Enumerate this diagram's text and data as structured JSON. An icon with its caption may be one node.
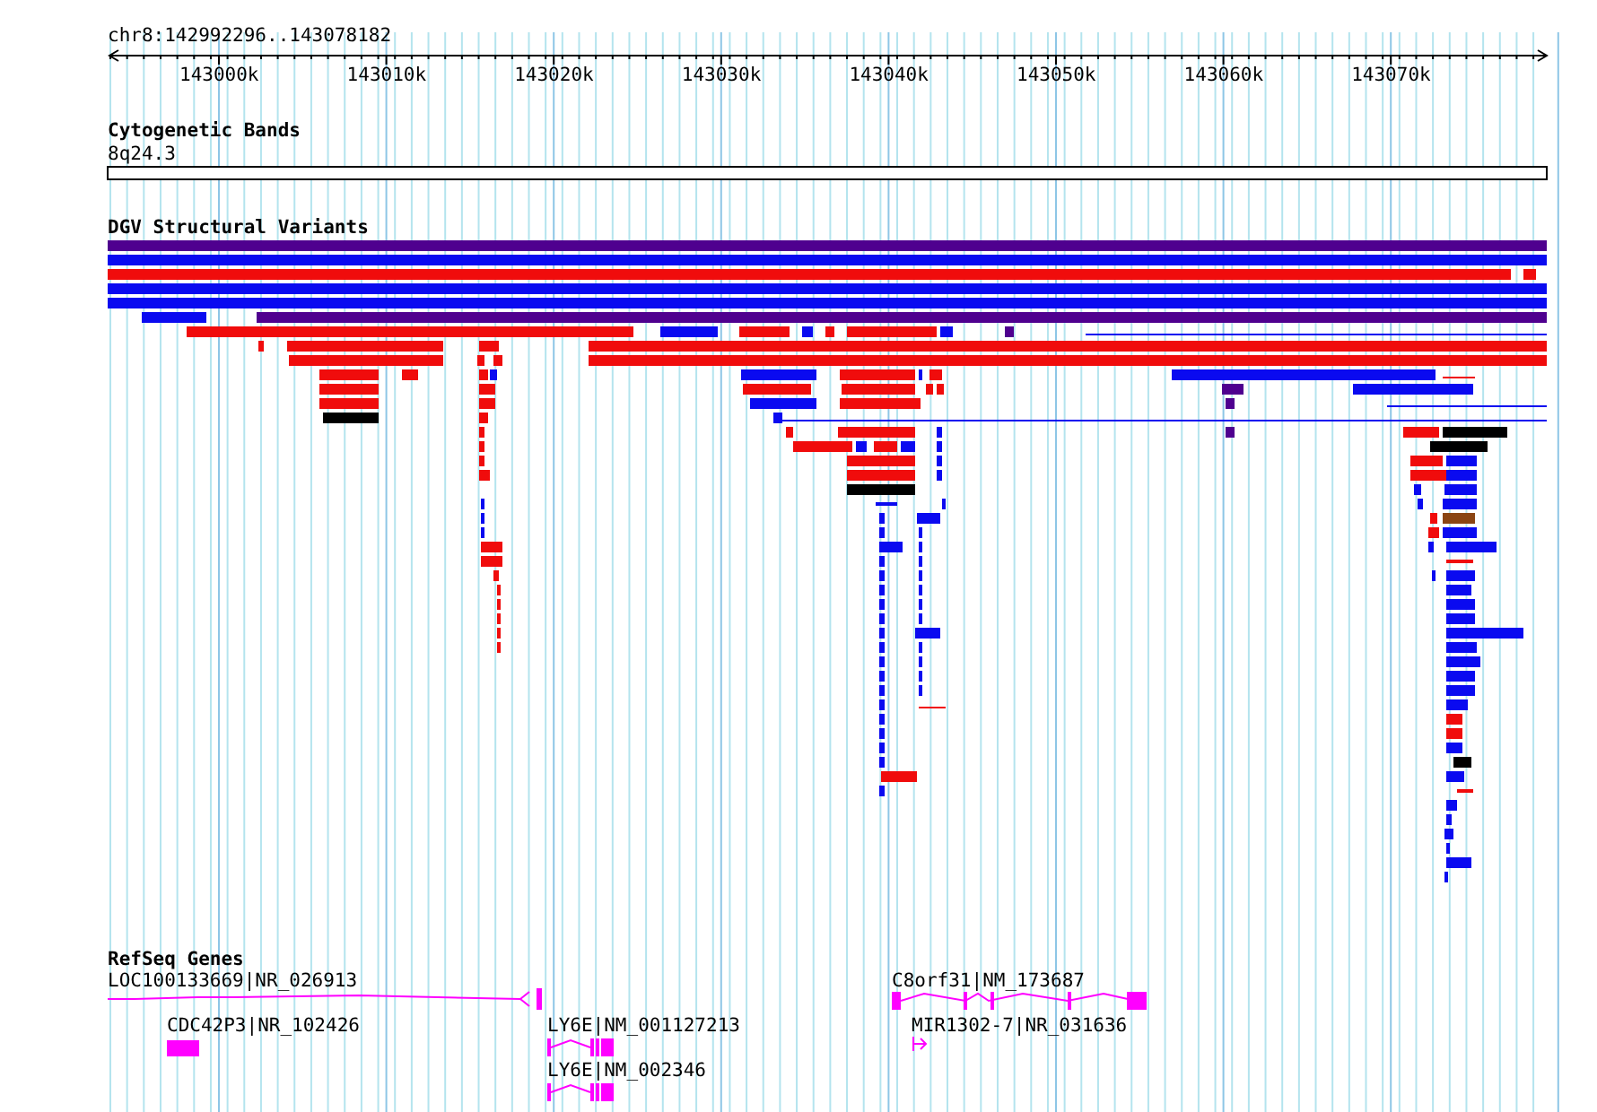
{
  "diagram": {
    "labels": [
      "chr8:142992296..143078182",
      "143000k",
      "143010k",
      "143020k",
      "143030k",
      "143040k",
      "143050k",
      "143060k",
      "143070k",
      "Cytogenetic Bands",
      "8q24.3",
      "DGV Structural Variants",
      "RefSeq Genes",
      "LOC100133669|NR_026913",
      "C8orf31|NM_173687",
      "CDC42P3|NR_102426",
      "LY6E|NM_001127213",
      "MIR1302-7|NR_031636",
      "LY6E|NM_002346"
    ]
  }
}
